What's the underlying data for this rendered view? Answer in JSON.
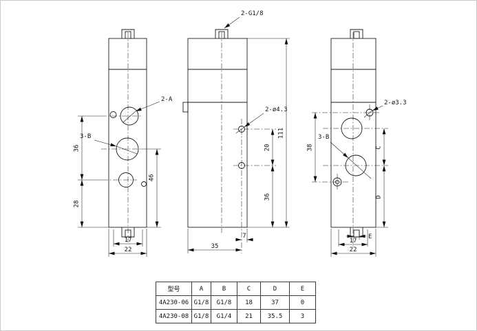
{
  "left_view": {
    "callout_a": "2-A",
    "callout_b": "3-B",
    "dim_36": "36",
    "dim_28": "28",
    "dim_46": "46",
    "dim_17": "17",
    "dim_22": "22"
  },
  "front_view": {
    "callout_port": "2-G1/8",
    "callout_hole": "2-ø4.3",
    "dim_111": "111",
    "dim_20": "20",
    "dim_36": "36",
    "dim_35": "35",
    "dim_7": "7"
  },
  "right_view": {
    "callout_hole": "2-ø3.3",
    "callout_b": "3-B",
    "dim_38": "38",
    "dim_c": "C",
    "dim_d": "D",
    "dim_e": "E",
    "dim_17": "17",
    "dim_22": "22"
  },
  "spec_table": {
    "headers": [
      "型号",
      "A",
      "B",
      "C",
      "D",
      "E"
    ],
    "rows": [
      [
        "4A230-06",
        "G1/8",
        "G1/8",
        "18",
        "37",
        "0"
      ],
      [
        "4A230-08",
        "G1/8",
        "G1/4",
        "21",
        "35.5",
        "3"
      ]
    ]
  }
}
